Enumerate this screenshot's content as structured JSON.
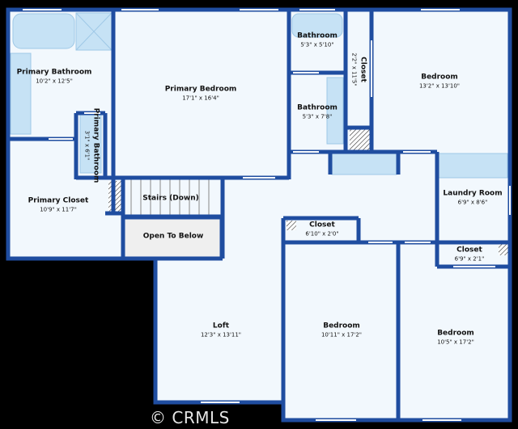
{
  "rooms": {
    "primary_bathroom": {
      "name": "Primary Bathroom",
      "dims": "10'2\" x 12'5\""
    },
    "primary_bedroom": {
      "name": "Primary Bedroom",
      "dims": "17'1\" x 16'4\""
    },
    "bathroom_top": {
      "name": "Bathroom",
      "dims": "5'3\" x 5'10\""
    },
    "bathroom_mid": {
      "name": "Bathroom",
      "dims": "5'3\" x 7'8\""
    },
    "closet_vertical": {
      "name": "Closet",
      "dims": "2'2\" x 11'5\""
    },
    "bedroom_ne": {
      "name": "Bedroom",
      "dims": "13'2\" x 13'10\""
    },
    "primary_bath_small": {
      "name": "Primary Bathroom",
      "dims": "3'1\" x 6'1\""
    },
    "primary_closet": {
      "name": "Primary Closet",
      "dims": "10'9\" x 11'7\""
    },
    "stairs": {
      "name": "Stairs (Down)"
    },
    "open_below": {
      "name": "Open To Below"
    },
    "laundry": {
      "name": "Laundry Room",
      "dims": "6'9\" x 8'6\""
    },
    "closet_mid": {
      "name": "Closet",
      "dims": "6'10\" x 2'0\""
    },
    "closet_right": {
      "name": "Closet",
      "dims": "6'9\" x 2'1\""
    },
    "loft": {
      "name": "Loft",
      "dims": "12'3\" x 13'11\""
    },
    "bedroom_sc": {
      "name": "Bedroom",
      "dims": "10'11\" x 17'2\""
    },
    "bedroom_se": {
      "name": "Bedroom",
      "dims": "10'5\" x 17'2\""
    }
  },
  "watermark": "CRMLS",
  "colors": {
    "wall": "#1f4da0",
    "floor": "#f2f8fd",
    "fixture": "#c6e2f5",
    "background": "#000000",
    "open_below": "#efefef"
  }
}
